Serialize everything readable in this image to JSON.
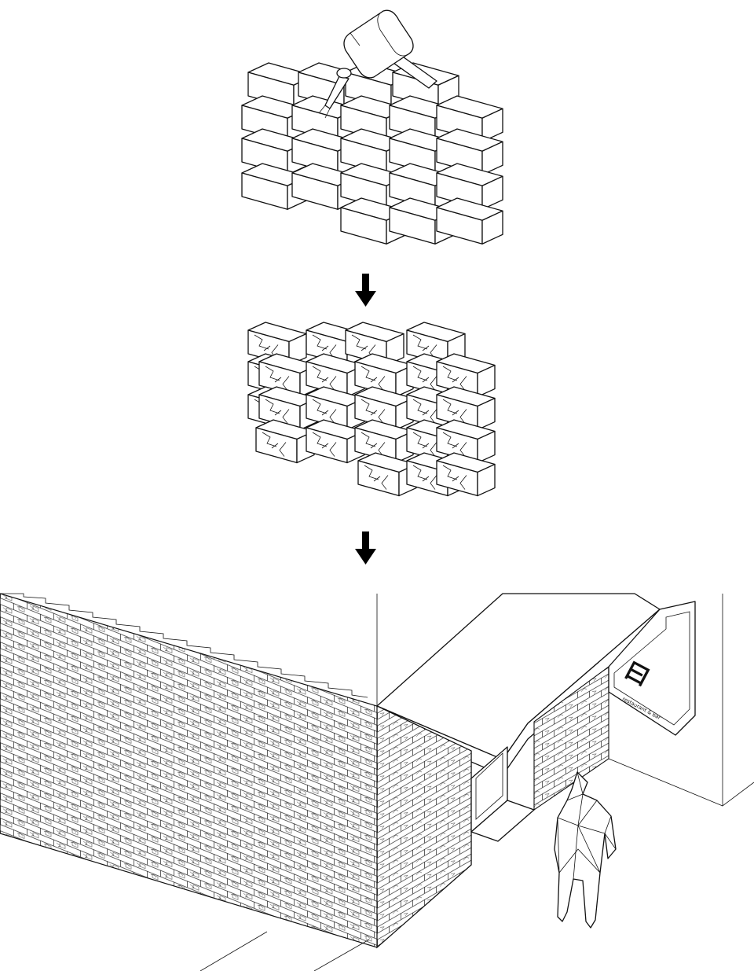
{
  "sign": {
    "subtitle": "restaurant & bar"
  },
  "stages": [
    {
      "id": "stage-1",
      "label": ""
    },
    {
      "id": "stage-2",
      "label": ""
    },
    {
      "id": "stage-3",
      "label": ""
    }
  ],
  "colors": {
    "line": "#111111",
    "background": "#ffffff",
    "arrow": "#000000"
  }
}
